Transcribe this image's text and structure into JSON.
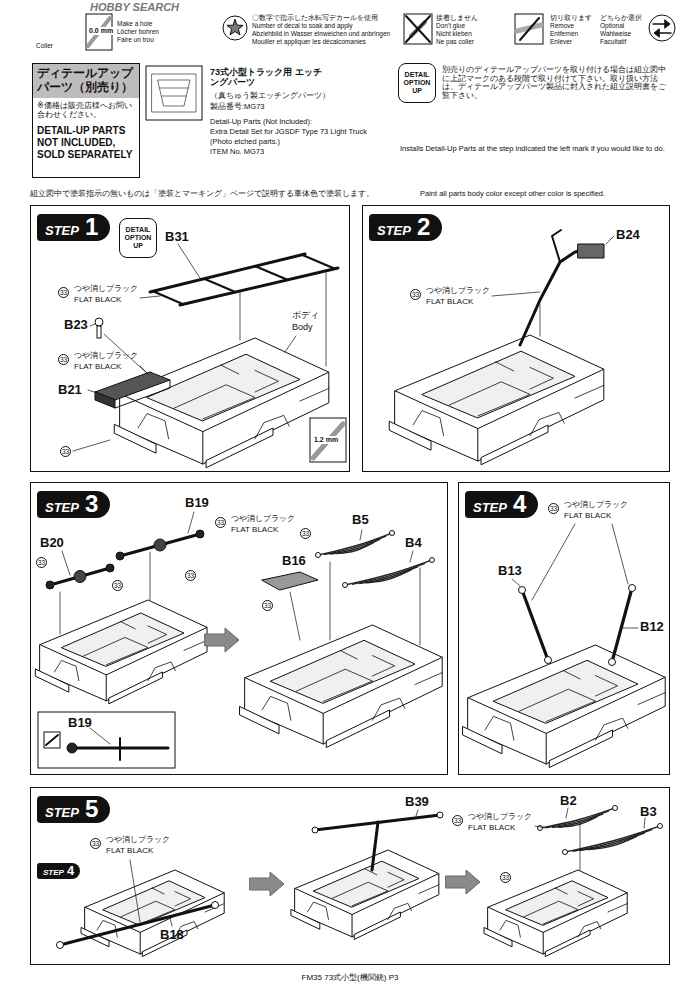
{
  "diagram": {
    "nodes": [
      {
        "text": [
          "ディテールアップ パーツ（別売り）",
          "※価格は販売店様へお問い合わせください。",
          "DETAIL-UP PARTS NOT INCLUDED, SOLD SEPARATELY"
        ]
      },
      {
        "text": [
          "DETAIL OPTION UP"
        ]
      },
      {
        "text": [
          "STEP",
          "1"
        ]
      },
      {
        "text": [
          "DETAIL OPTION UP"
        ],
        "in": 2
      },
      {
        "text": [
          "STEP",
          "2"
        ]
      },
      {
        "text": [
          "STEP",
          "3"
        ]
      },
      {
        "text": [
          "STEP",
          "4"
        ]
      },
      {
        "text": [
          "STEP",
          "5"
        ]
      },
      {
        "text": [
          "STEP",
          "4"
        ],
        "in": 7
      }
    ],
    "labels": [
      "HOBBY SEARCH",
      "Coller",
      "0.0 mm",
      "Make a hole",
      "Löcher bohren",
      "Faire un trou",
      "〇数字で指示した水転写デカールを使用",
      "Number of decal to soak and apply",
      "Abziehbild in Wasser einweichen und anbringen",
      "Mouiller et appliquer les décalcomanies",
      "接着しません",
      "Don't glue",
      "Nicht kleben",
      "Ne pas coller",
      "切り取ります",
      "Remove",
      "Entfernen",
      "Enlever",
      "どちらか選択",
      "Optional",
      "Wahlweise",
      "Facultatif",
      "73式小型トラック用 エッチングパーツ",
      "（真ちゅう製エッチングパーツ）",
      "製品番号:MG73",
      "Detail-Up Parts (Not Included):",
      "Extra Detail Set for JGSDF Type 73 Light Truck",
      "(Photo etched parts.)",
      "ITEM No. MG73",
      "別売りのディテールアップパーツを取り付ける場合は組立図中に上記マークのある段階で取り付けて下さい。取り扱い方法は、ディテールアップパーツ製品に封入された組立説明書をご覧下さい。",
      "Installs Detail-Up Parts at the step indicated the left mark if you would like to do.",
      "組立図中で塗装指示の無いものは「塗装とマーキング」ページで説明する車体色で塗装します。",
      "Paint all parts body color except other color is specified.",
      "B31",
      "33",
      "つや消しブラック",
      "FLAT BLACK",
      "B23",
      "33",
      "つや消しブラック",
      "FLAT BLACK",
      "B21",
      "ボディ",
      "Body",
      "33",
      "1.2 mm",
      "B24",
      "33",
      "つや消しブラック",
      "FLAT BLACK",
      "B19",
      "33",
      "つや消しブラック",
      "FLAT BLACK",
      "B20",
      "33",
      "33",
      "33",
      "B16",
      "B5",
      "B4",
      "33",
      "33",
      "B19",
      "33",
      "つや消しブラック",
      "FLAT BLACK",
      "B13",
      "B12",
      "33",
      "つや消しブラック",
      "FLAT BLACK",
      "B18",
      "B39",
      "33",
      "つや消しブラック",
      "FLAT BLACK",
      "B2",
      "B3",
      "33",
      "FM35 73式小型(機関銃) P3"
    ]
  }
}
